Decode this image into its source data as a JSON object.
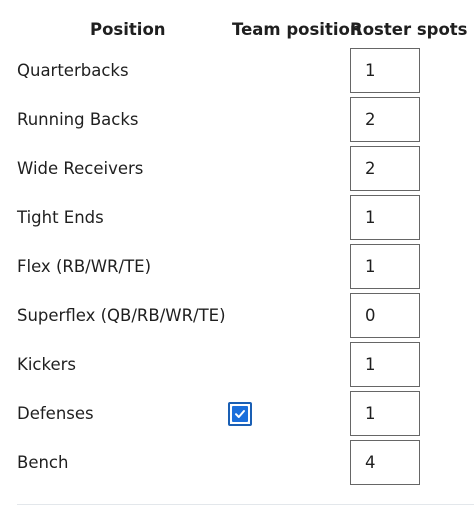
{
  "headers": {
    "position": "Position",
    "team_position": "Team position",
    "roster_spots": "Roster spots"
  },
  "rows": [
    {
      "label": "Quarterbacks",
      "spots": "1",
      "team_position_checked": false
    },
    {
      "label": "Running Backs",
      "spots": "2",
      "team_position_checked": false
    },
    {
      "label": "Wide Receivers",
      "spots": "2",
      "team_position_checked": false
    },
    {
      "label": "Tight Ends",
      "spots": "1",
      "team_position_checked": false
    },
    {
      "label": "Flex (RB/WR/TE)",
      "spots": "1",
      "team_position_checked": false
    },
    {
      "label": "Superflex (QB/RB/WR/TE)",
      "spots": "0",
      "team_position_checked": false
    },
    {
      "label": "Kickers",
      "spots": "1",
      "team_position_checked": false
    },
    {
      "label": "Defenses",
      "spots": "1",
      "team_position_checked": true
    },
    {
      "label": "Bench",
      "spots": "4",
      "team_position_checked": false
    }
  ],
  "colors": {
    "checkbox_fill": "#1c6fdb",
    "checkbox_border": "#1a5fb4",
    "input_border": "#666666",
    "divider": "#e3e7eb"
  },
  "icons": {
    "checkmark": "checkmark-icon"
  }
}
